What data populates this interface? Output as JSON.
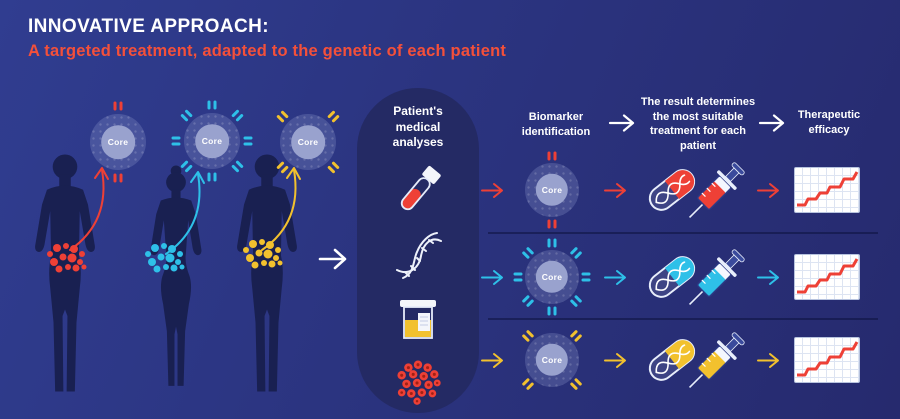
{
  "header": {
    "title": "INNOVATIVE APPROACH:",
    "subtitle": "A targeted treatment, adapted to the genetic of each patient"
  },
  "colors": {
    "background": "#2b3480",
    "panel": "#242a64",
    "silhouette": "#192051",
    "title": "#ffffff",
    "subtitle": "#f4503a",
    "red": "#ee4036",
    "cyan": "#2ec0e8",
    "yellow": "#f2c12e",
    "core_inner": "#99a2ce",
    "white": "#ffffff",
    "chart_line": "#ee4036"
  },
  "patients": [
    {
      "figure": "male",
      "marker_color": "#ee4036",
      "core_label": "Core",
      "receptor_pattern": "top-bottom"
    },
    {
      "figure": "female",
      "marker_color": "#2ec0e8",
      "core_label": "Core",
      "receptor_pattern": "all-around"
    },
    {
      "figure": "male",
      "marker_color": "#f2c12e",
      "core_label": "Core",
      "receptor_pattern": "diagonal"
    }
  ],
  "analysis_panel": {
    "label": "Patient's\nmedical\nanalyses",
    "icons": [
      "blood-test-tube",
      "dna-helix",
      "urine-sample",
      "blood-cells"
    ]
  },
  "process": {
    "columns": [
      {
        "label": "Biomarker\nidentification"
      },
      {
        "label": "The result determines\nthe most suitable\ntreatment for each\npatient"
      },
      {
        "label": "Therapeutic\nefficacy"
      }
    ],
    "rows": [
      {
        "color": "#ee4036",
        "core_label": "Core",
        "receptor_pattern": "top-bottom",
        "treatment": "dna-capsule-and-syringe",
        "efficacy": "rising-line-chart"
      },
      {
        "color": "#2ec0e8",
        "core_label": "Core",
        "receptor_pattern": "all-around",
        "treatment": "dna-capsule-and-syringe",
        "efficacy": "rising-line-chart"
      },
      {
        "color": "#f2c12e",
        "core_label": "Core",
        "receptor_pattern": "diagonal",
        "treatment": "dna-capsule-and-syringe",
        "efficacy": "rising-line-chart"
      }
    ]
  }
}
